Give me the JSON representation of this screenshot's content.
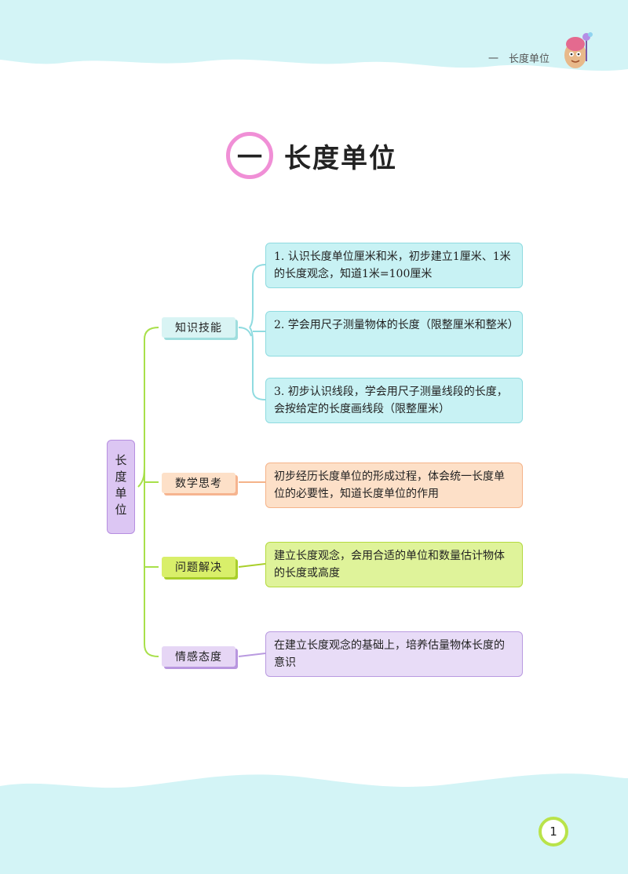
{
  "header": {
    "running_head": "一　长度单位"
  },
  "title": {
    "number": "一",
    "text": "长度单位"
  },
  "mindmap": {
    "root": "长度单位",
    "categories": [
      {
        "label": "知识技能",
        "items": [
          "1. 认识长度单位厘米和米，初步建立1厘米、1米的长度观念，知道1米=100厘米",
          "2. 学会用尺子测量物体的长度（限整厘米和整米）",
          "3. 初步认识线段，学会用尺子测量线段的长度，会按给定的长度画线段（限整厘米）"
        ]
      },
      {
        "label": "数学思考",
        "items": [
          "初步经历长度单位的形成过程，体会统一长度单位的必要性，知道长度单位的作用"
        ]
      },
      {
        "label": "问题解决",
        "items": [
          "建立长度观念，会用合适的单位和数量估计物体的长度或高度"
        ]
      },
      {
        "label": "情感态度",
        "items": [
          "在建立长度观念的基础上，培养估量物体长度的意识"
        ]
      }
    ]
  },
  "footer": {
    "page_number": "1"
  },
  "colors": {
    "wave": "#d3f4f6",
    "title_ring": "#f08fd6",
    "page_ring": "#b9e34a"
  }
}
